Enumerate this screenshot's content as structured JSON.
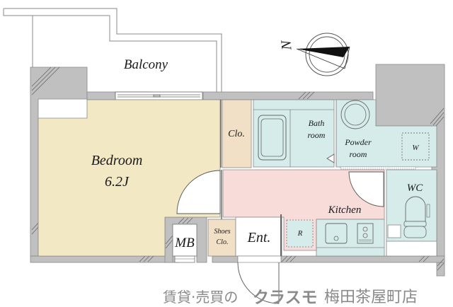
{
  "rooms": {
    "balcony": "Balcony",
    "bedroom": "Bedroom",
    "bedroom_size": "6.2J",
    "closet": "Clo.",
    "bath_line1": "Bath",
    "bath_line2": "room",
    "powder_line1": "Powder",
    "powder_line2": "room",
    "washer": "W",
    "wc": "WC",
    "kitchen": "Kitchen",
    "fridge": "R",
    "mb": "MB",
    "shoes_line1": "Shoes",
    "shoes_line2": "Clo.",
    "entrance": "Ent."
  },
  "compass": {
    "label": "N"
  },
  "watermark": {
    "prefix": "賃貸·売買の",
    "brand": "クラスモ",
    "store": "梅田茶屋町店"
  },
  "colors": {
    "wall": "#c0c0c0",
    "bedroom": "#f3e8c4",
    "closet": "#f1dfc6",
    "wet": "#d6ecea",
    "kitchen": "#f7dcda",
    "outline": "#555555",
    "watermark": "#8a8a8a"
  }
}
